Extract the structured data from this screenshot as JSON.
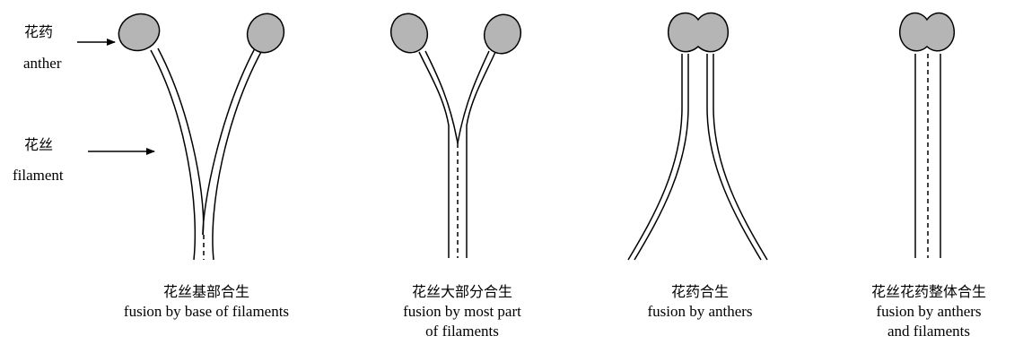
{
  "labels": {
    "anther_cn": "花药",
    "anther_en": "anther",
    "filament_cn": "花丝",
    "filament_en": "filament"
  },
  "captions": [
    {
      "cn": "花丝基部合生",
      "en": [
        "fusion by base of filaments"
      ]
    },
    {
      "cn": "花丝大部分合生",
      "en": [
        "fusion by most part",
        "of filaments"
      ]
    },
    {
      "cn": "花药合生",
      "en": [
        "fusion by anthers"
      ]
    },
    {
      "cn": "花丝花药整体合生",
      "en": [
        "fusion by anthers",
        "and filaments"
      ]
    }
  ],
  "colors": {
    "anther_fill": "#b5b5b5",
    "line": "#000000",
    "background": "#ffffff"
  }
}
